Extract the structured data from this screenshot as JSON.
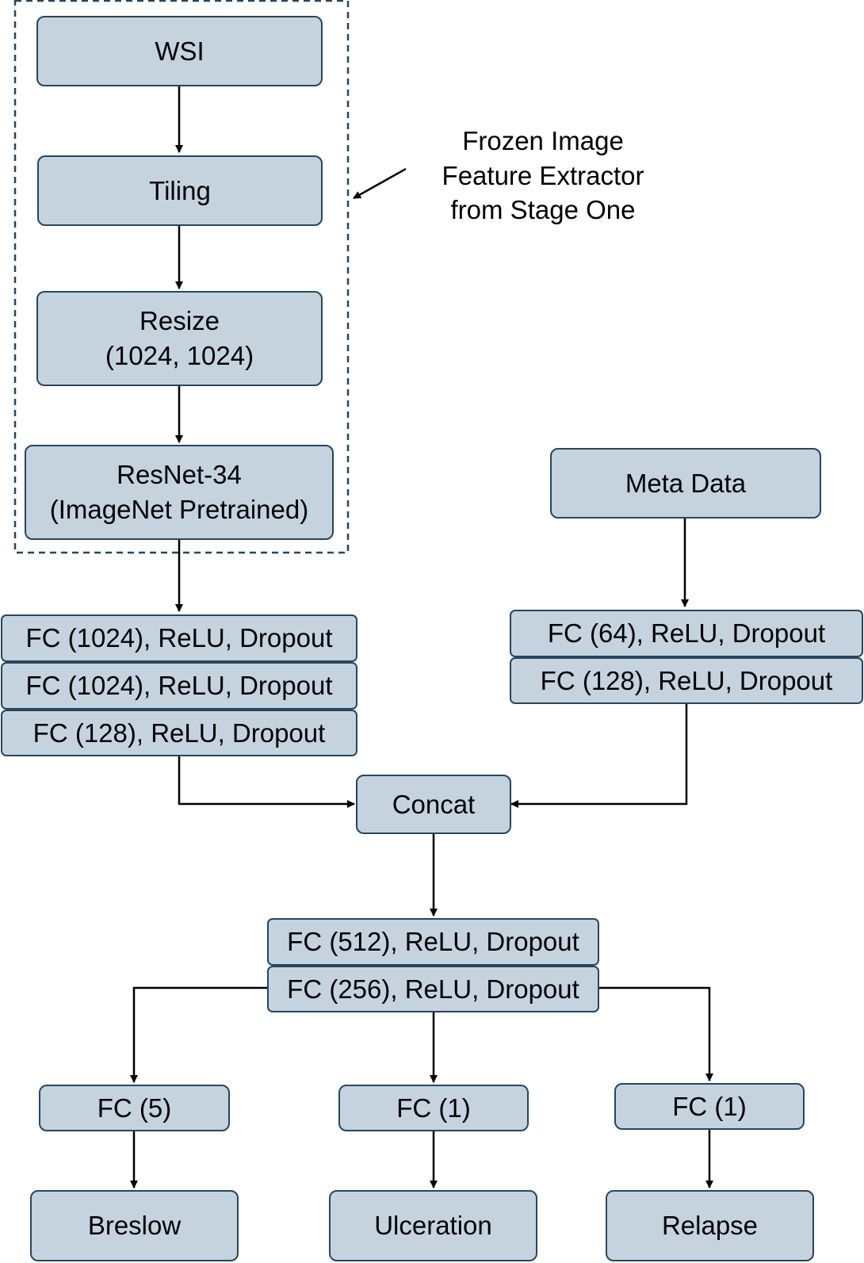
{
  "diagram": {
    "frozen_label": "Frozen Image\nFeature Extractor\nfrom Stage One",
    "image_branch": {
      "wsi": "WSI",
      "tiling": "Tiling",
      "resize": "Resize\n(1024, 1024)",
      "backbone": "ResNet-34\n(ImageNet Pretrained)",
      "fc_layers": [
        "FC (1024), ReLU, Dropout",
        "FC (1024), ReLU, Dropout",
        "FC (128), ReLU, Dropout"
      ]
    },
    "meta_branch": {
      "input": "Meta Data",
      "fc_layers": [
        "FC (64), ReLU, Dropout",
        "FC (128), ReLU, Dropout"
      ]
    },
    "concat": "Concat",
    "shared_layers": [
      "FC (512), ReLU, Dropout",
      "FC (256), ReLU, Dropout"
    ],
    "heads": [
      {
        "fc": "FC (5)",
        "output": "Breslow"
      },
      {
        "fc": "FC (1)",
        "output": "Ulceration"
      },
      {
        "fc": "FC (1)",
        "output": "Relapse"
      }
    ],
    "colors": {
      "box_fill": "#c5d3df",
      "box_border": "#27465f",
      "frozen_border": "#27465f",
      "arrow": "#000000"
    }
  }
}
